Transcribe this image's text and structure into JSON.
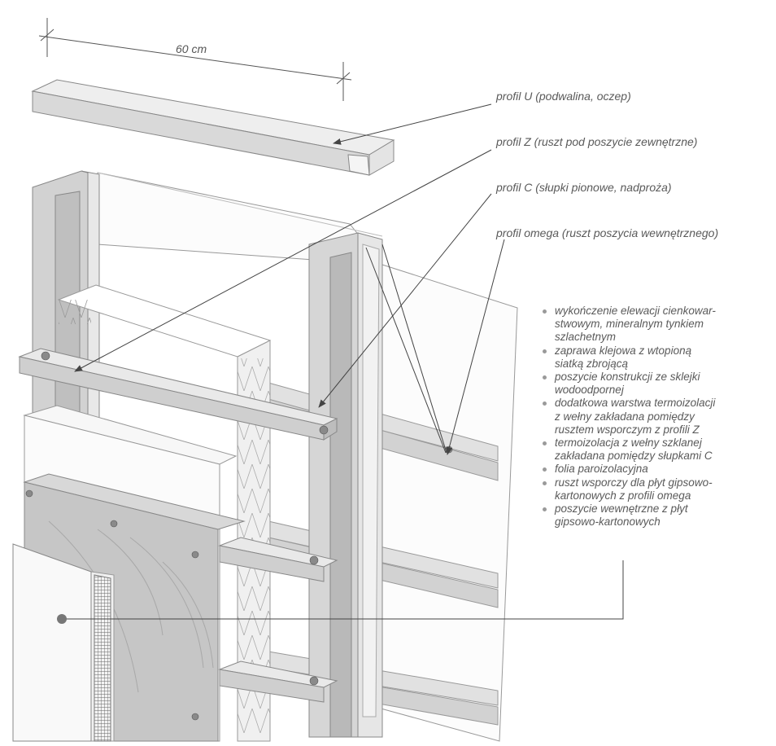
{
  "dimension_label": "60 cm",
  "callouts": [
    {
      "id": "profil-u",
      "text": "profil U (podwalina, oczep)"
    },
    {
      "id": "profil-z",
      "text": "profil Z (ruszt pod poszycie zewnętrzne)"
    },
    {
      "id": "profil-c",
      "text": "profil C (słupki pionowe, nadproża)"
    },
    {
      "id": "profil-omega",
      "text": "profil omega (ruszt poszycia wewnętrznego)"
    }
  ],
  "layers": [
    "wykończenie elewacji cienkowar-\nstwowym, mineralnym tynkiem\nszlachetnym",
    "zaprawa klejowa z wtopioną\nsiatką zbrojącą",
    "poszycie konstrukcji ze sklejki\nwodoodpornej",
    "dodatkowa warstwa termoizolacji\nz wełny zakładana pomiędzy\nrusztem wsporczym z profili Z",
    "termoizolacja z wełny szklanej\nzakładana pomiędzy słupkami C",
    "folia paroizolacyjna",
    "ruszt wsporczy dla płyt gipsowo-\nkartonowych z profili omega",
    "poszycie wewnętrzne z płyt\ngipsowo-kartonowych"
  ],
  "colors": {
    "steel": "#d7d7d7",
    "steel_dark": "#a9a9a9",
    "insulation": "#f2f2f2",
    "plywood": "#c3c3c3",
    "render": "#f7f7f7",
    "line": "#666666"
  }
}
